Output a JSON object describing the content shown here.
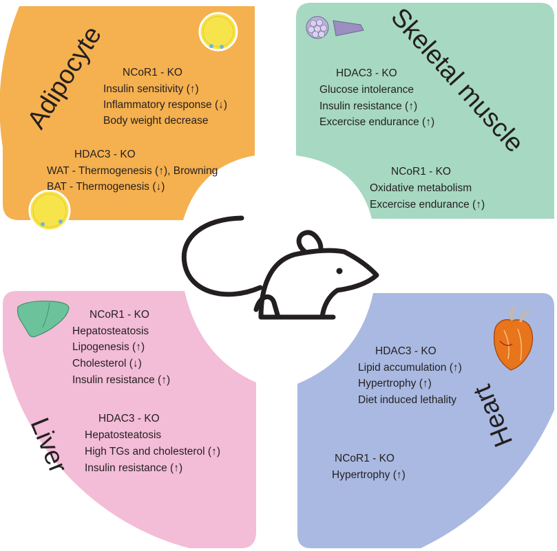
{
  "quadrants": {
    "adipocyte": {
      "title": "Adipocyte",
      "color": "#f5b04f",
      "groups": [
        {
          "header": "NCoR1 - KO",
          "items": [
            "Insulin sensitivity  (↑)",
            "Inflammatory response  (↓)",
            "Body weight decrease"
          ]
        },
        {
          "header": "HDAC3 - KO",
          "items": [
            "WAT - Thermogenesis (↑), Browning",
            "BAT - Thermogenesis  (↓)"
          ]
        }
      ],
      "icon": "adipocyte-cell-icon"
    },
    "skeletal_muscle": {
      "title": "Skeletal muscle",
      "color": "#a7d8c2",
      "groups": [
        {
          "header": "HDAC3 - KO",
          "items": [
            "Glucose intolerance",
            "Insulin resistance (↑)",
            "Excercise endurance (↑)"
          ]
        },
        {
          "header": "NCoR1 - KO",
          "items": [
            "Oxidative metabolism",
            "Excercise endurance (↑)"
          ]
        }
      ],
      "icon": "muscle-fiber-icon"
    },
    "liver": {
      "title": "Liver",
      "color": "#f3bcd7",
      "groups": [
        {
          "header": "NCoR1 - KO",
          "items": [
            "Hepatosteatosis",
            "Lipogenesis (↑)",
            "Cholesterol  (↓)",
            "Insulin resistance (↑)"
          ]
        },
        {
          "header": "HDAC3 - KO",
          "items": [
            "Hepatosteatosis",
            "High TGs and cholesterol  (↑)",
            "Insulin resistance  (↑)"
          ]
        }
      ],
      "icon": "liver-icon"
    },
    "heart": {
      "title": "Heart",
      "color": "#a9b9e1",
      "groups": [
        {
          "header": "HDAC3 - KO",
          "items": [
            "Lipid accumulation  (↑)",
            "Hypertrophy  (↑)",
            "Diet induced lethality"
          ]
        },
        {
          "header": "NCoR1 - KO",
          "items": [
            "Hypertrophy  (↑)"
          ]
        }
      ],
      "icon": "heart-icon"
    }
  },
  "center_icon": "mouse-icon"
}
